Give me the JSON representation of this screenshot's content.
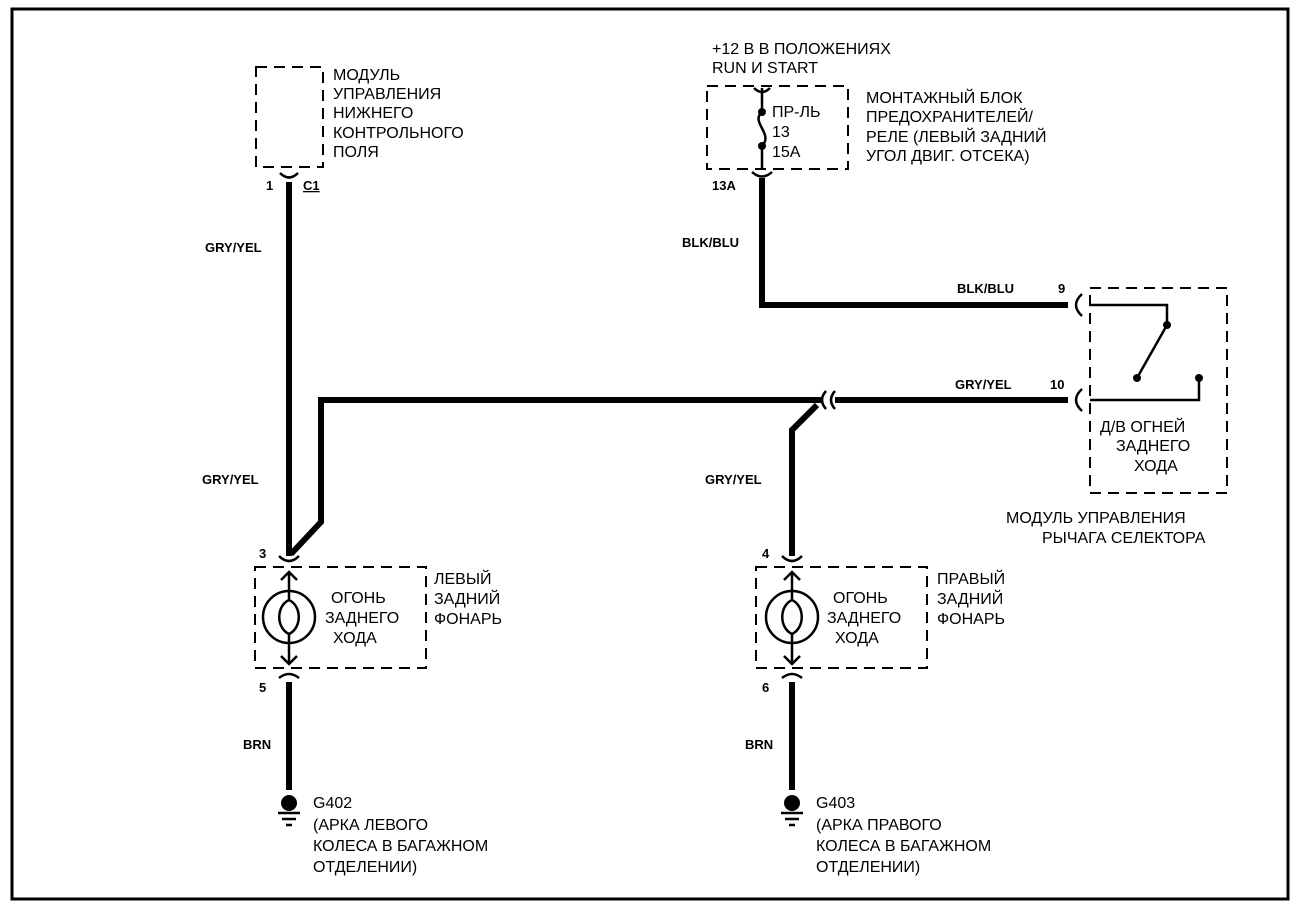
{
  "top_module": {
    "lines": [
      "МОДУЛЬ",
      "УПРАВЛЕНИЯ",
      "НИЖНЕГО",
      "КОНТРОЛЬНОГО",
      "ПОЛЯ"
    ],
    "pin": "1",
    "connector": "C1"
  },
  "power": {
    "lines": [
      "+12 В В ПОЛОЖЕНИЯХ",
      "RUN И START"
    ]
  },
  "fuse_block": {
    "fuse_lines": [
      "ПР-ЛЬ",
      "13",
      "15А"
    ],
    "label_lines": [
      "МОНТАЖНЫЙ БЛОК",
      "ПРЕДОХРАНИТЕЛЕЙ/",
      "РЕЛЕ (ЛЕВЫЙ ЗАДНИЙ",
      "УГОЛ ДВИГ. ОТСЕКА)"
    ],
    "pin": "13A"
  },
  "wires": {
    "left_upper": "GRY/YEL",
    "left_lower": "GRY/YEL",
    "fuse_out": "BLK/BLU",
    "switch_in": "BLK/BLU",
    "switch_out": "GRY/YEL",
    "right_mid": "GRY/YEL",
    "left_ground": "BRN",
    "right_ground": "BRN"
  },
  "selector_module": {
    "pin_in": "9",
    "pin_out": "10",
    "switch_lines": [
      "Д/В ОГНЕЙ",
      "ЗАДНЕГО",
      "ХОДА"
    ],
    "label_lines": [
      "МОДУЛЬ УПРАВЛЕНИЯ",
      "РЫЧАГА СЕЛЕКТОРА"
    ]
  },
  "left_lamp": {
    "pin_top": "3",
    "pin_bottom": "5",
    "lamp_lines": [
      "ОГОНЬ",
      "ЗАДНЕГО",
      "ХОДА"
    ],
    "label_lines": [
      "ЛЕВЫЙ",
      "ЗАДНИЙ",
      "ФОНАРЬ"
    ]
  },
  "right_lamp": {
    "pin_top": "4",
    "pin_bottom": "6",
    "lamp_lines": [
      "ОГОНЬ",
      "ЗАДНЕГО",
      "ХОДА"
    ],
    "label_lines": [
      "ПРАВЫЙ",
      "ЗАДНИЙ",
      "ФОНАРЬ"
    ]
  },
  "left_ground": {
    "id": "G402",
    "lines": [
      "(АРКА ЛЕВОГО",
      "КОЛЕСА В БАГАЖНОМ",
      "ОТДЕЛЕНИИ)"
    ]
  },
  "right_ground": {
    "id": "G403",
    "lines": [
      "(АРКА ПРАВОГО",
      "КОЛЕСА В БАГАЖНОМ",
      "ОТДЕЛЕНИИ)"
    ]
  }
}
